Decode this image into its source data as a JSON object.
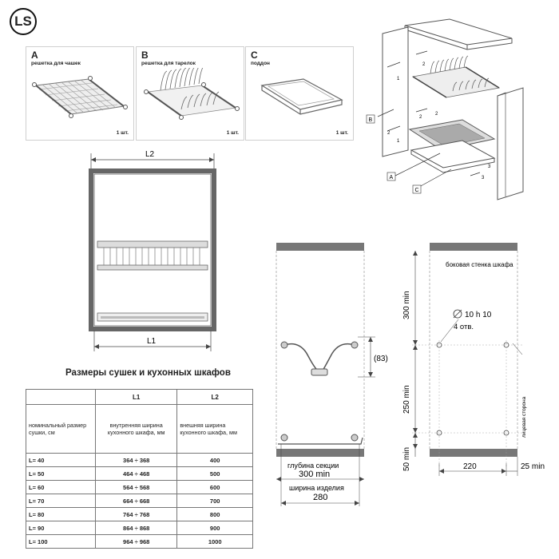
{
  "logo": "LS",
  "parts": [
    {
      "letter": "A",
      "name": "решетка для чашек",
      "qty": "1 шт."
    },
    {
      "letter": "B",
      "name": "решетка для тарелок",
      "qty": "1 шт."
    },
    {
      "letter": "C",
      "name": "поддон",
      "qty": "1 шт."
    }
  ],
  "assembly": {
    "labels": [
      "B",
      "A",
      "C"
    ],
    "numbers": [
      "1",
      "2",
      "2",
      "1",
      "2",
      "2",
      "3",
      "3"
    ]
  },
  "front_view": {
    "width_top": "L2",
    "width_bottom": "L1"
  },
  "side_view": {
    "hole_height": "(83)",
    "depth_label": "глубина секции",
    "depth_value": "300 min",
    "width_label": "ширина изделия",
    "width_value": "280"
  },
  "wall_view": {
    "title": "боковая стенка шкафа",
    "hole_spec": "10 h 10",
    "hole_count": "4 отв.",
    "dim_top": "300 min",
    "dim_mid": "250 min",
    "dim_bottom": "50 min",
    "dim_width": "220",
    "dim_edge": "25 min",
    "front_side": "лицевая сторона"
  },
  "table": {
    "title": "Размеры сушек и кухонных шкафов",
    "col_l1": "L1",
    "col_l2": "L2",
    "hdr_nominal": "номинальный размер сушки, см",
    "hdr_inner": "внутренняя ширина кухонного шкафа, мм",
    "hdr_outer": "внешняя ширина кухонного шкафа, мм",
    "rows": [
      {
        "size": "L= 40",
        "l1": "364 ÷ 368",
        "l2": "400"
      },
      {
        "size": "L= 50",
        "l1": "464 ÷ 468",
        "l2": "500"
      },
      {
        "size": "L= 60",
        "l1": "564 ÷ 568",
        "l2": "600"
      },
      {
        "size": "L= 70",
        "l1": "664 ÷ 668",
        "l2": "700"
      },
      {
        "size": "L= 80",
        "l1": "764 ÷ 768",
        "l2": "800"
      },
      {
        "size": "L= 90",
        "l1": "864 ÷ 868",
        "l2": "900"
      },
      {
        "size": "L= 100",
        "l1": "964 ÷ 968",
        "l2": "1000"
      }
    ]
  }
}
